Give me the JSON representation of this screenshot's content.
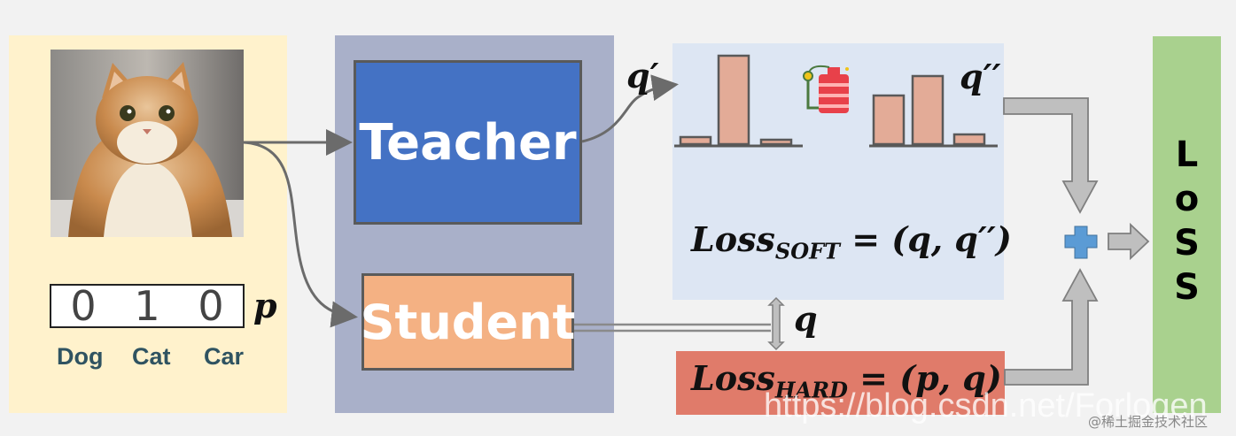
{
  "input": {
    "label_vector": [
      "0",
      "1",
      "0"
    ],
    "classes": [
      "Dog",
      "Cat",
      "Car"
    ],
    "p_symbol": "p"
  },
  "models": {
    "teacher_label": "Teacher",
    "student_label": "Student"
  },
  "soft": {
    "q_prime": "q′",
    "q_double_prime": "q′′",
    "loss_main": "Loss",
    "loss_sub": "SOFT",
    "loss_rhs": " = (q, q′′)",
    "bars_q_prime": [
      0.08,
      1.0,
      0.05
    ],
    "bars_q_double_prime": [
      0.55,
      0.77,
      0.11
    ]
  },
  "hard": {
    "q_symbol": "q",
    "loss_main": "Loss",
    "loss_sub": "HARD",
    "loss_rhs": " = (p, q)"
  },
  "output": {
    "loss_letters": [
      "L",
      "o",
      "S",
      "S"
    ]
  },
  "icons": [
    "cat-photo",
    "temperature-heater-icon",
    "plus-icon"
  ],
  "watermarks": {
    "csdn": "https://blog.csdn.net/Forlogen",
    "juejin": "@稀土掘金技术社区"
  },
  "colors": {
    "input_bg": "#fff2cc",
    "model_bg": "#a9b0c9",
    "teacher": "#4472c4",
    "student": "#f4b183",
    "soft_bg": "#dde6f3",
    "hard_bg": "#e07b6a",
    "bars": "#e3ab97",
    "loss_bg": "#a9d18e",
    "plus": "#5b9bd5"
  }
}
